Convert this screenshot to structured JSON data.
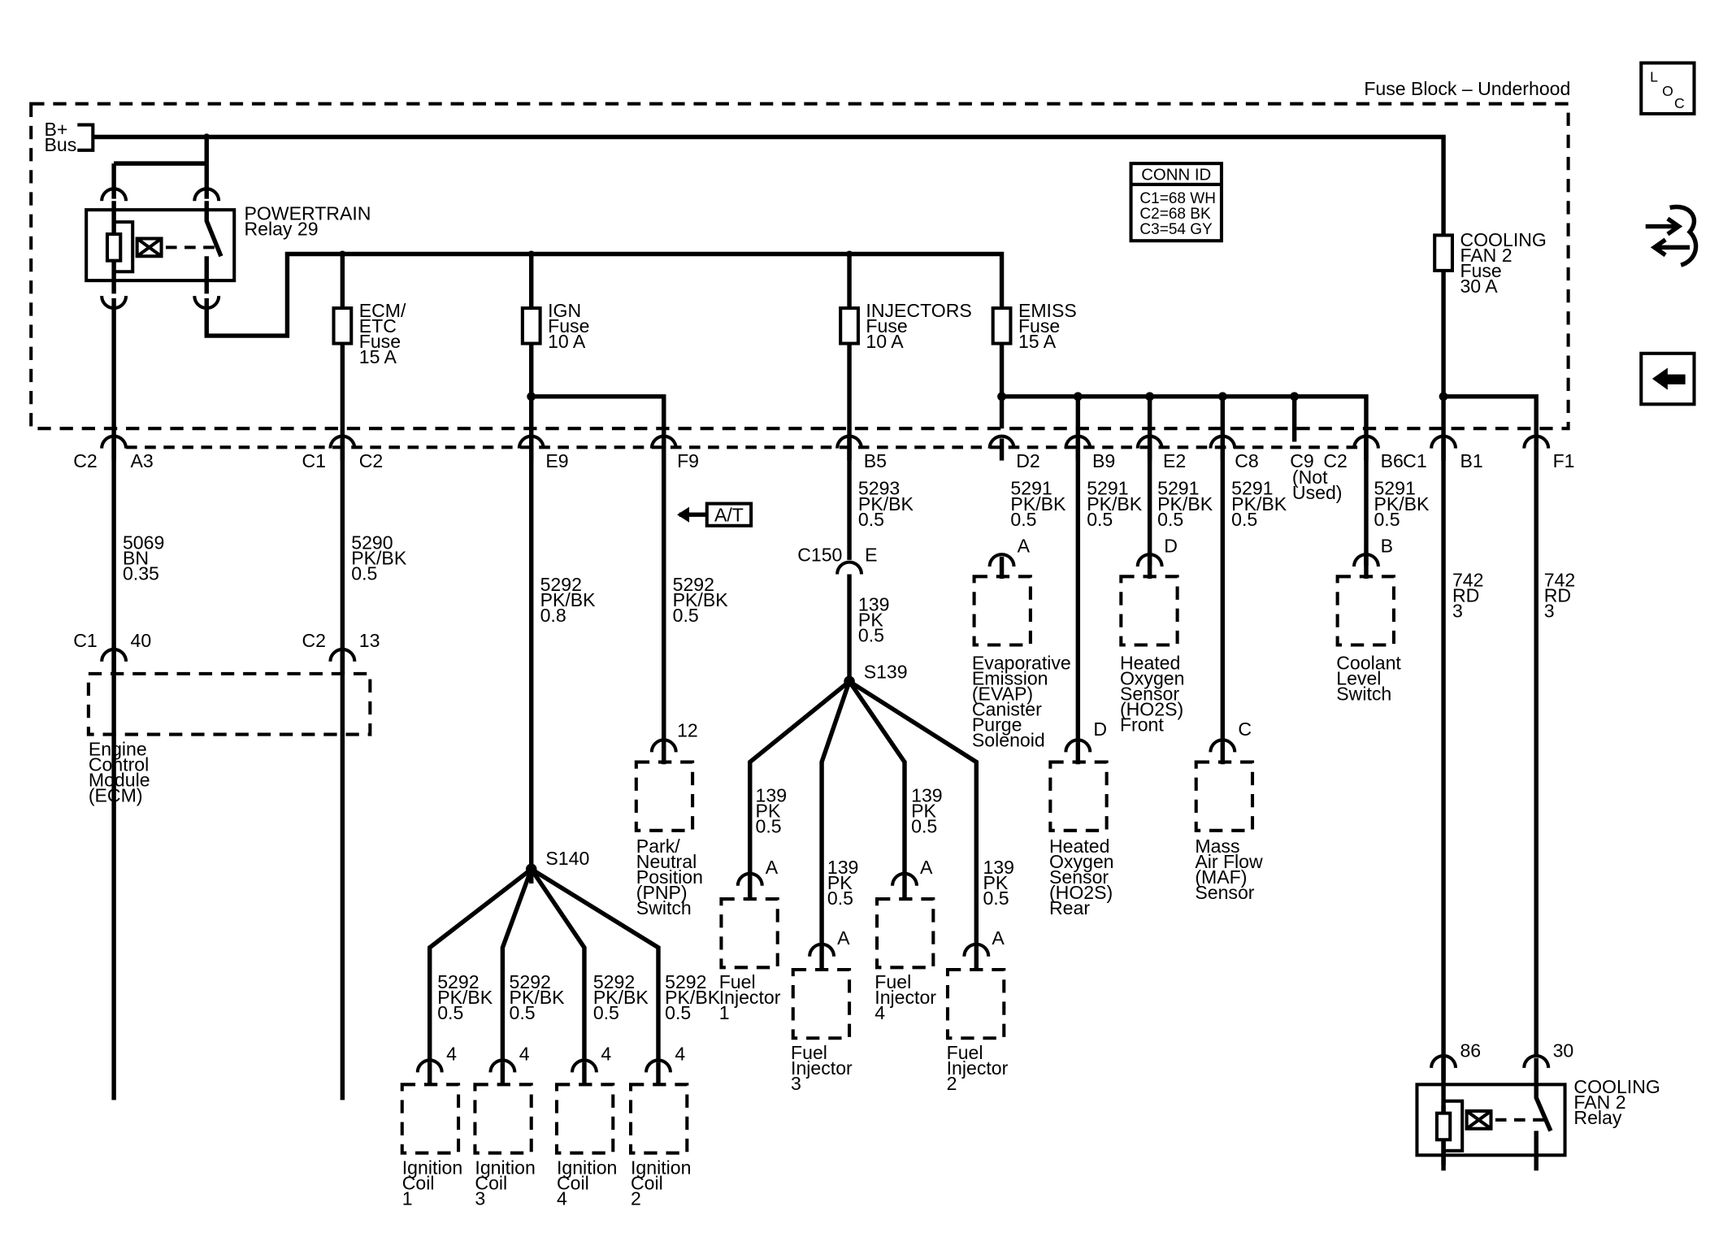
{
  "fuse_block": {
    "title": "Fuse Block – Underhood",
    "bplus": [
      "B+",
      "Bus"
    ]
  },
  "nav": {
    "loc_icon": "loc-icon",
    "loc_letters": [
      "L",
      "O",
      "C"
    ],
    "swap_icon": "harness-swap-icon",
    "back_icon": "back-arrow-icon"
  },
  "conn_id": {
    "header": "CONN ID",
    "lines": [
      "C1=68 WH",
      "C2=68 BK",
      "C3=54 GY"
    ]
  },
  "powertrain_relay": [
    "POWERTRAIN",
    "Relay 29"
  ],
  "fuses": {
    "ecm_etc": [
      "ECM/",
      "ETC",
      "Fuse",
      "15 A"
    ],
    "ign": [
      "IGN",
      "Fuse",
      "10 A"
    ],
    "injectors": [
      "INJECTORS",
      "Fuse",
      "10 A"
    ],
    "emiss": [
      "EMISS",
      "Fuse",
      "15 A"
    ],
    "cooling_fan2": [
      "COOLING",
      "FAN 2",
      "Fuse",
      "30 A"
    ]
  },
  "block_pins": [
    {
      "conn": "C2",
      "pin": "A3"
    },
    {
      "conn": "C1",
      "pin": "C2"
    },
    {
      "conn": "",
      "pin": "E9"
    },
    {
      "conn": "",
      "pin": "F9"
    },
    {
      "conn": "",
      "pin": "B5"
    },
    {
      "conn": "",
      "pin": "D2"
    },
    {
      "conn": "",
      "pin": "B9"
    },
    {
      "conn": "",
      "pin": "E2"
    },
    {
      "conn": "",
      "pin": "C8"
    },
    {
      "conn": "",
      "pin": "C9"
    },
    {
      "conn": "C2",
      "pin": "B6"
    },
    {
      "conn": "C1",
      "pin": "B1"
    },
    {
      "conn": "",
      "pin": "F1"
    }
  ],
  "c9_note": [
    "(Not",
    "Used)"
  ],
  "wires": {
    "w5069": [
      "5069",
      "BN",
      "0.35"
    ],
    "w5290": [
      "5290",
      "PK/BK",
      "0.5"
    ],
    "w5292_main": [
      "5292",
      "PK/BK",
      "0.8"
    ],
    "w5292_pnp": [
      "5292",
      "PK/BK",
      "0.5"
    ],
    "w5293": [
      "5293",
      "PK/BK",
      "0.5"
    ],
    "w139_c150": [
      "139",
      "PK",
      "0.5"
    ],
    "w5291_evap": [
      "5291",
      "PK/BK",
      "0.5"
    ],
    "w5291_rear": [
      "5291",
      "PK/BK",
      "0.5"
    ],
    "w5291_front": [
      "5291",
      "PK/BK",
      "0.5"
    ],
    "w5291_maf": [
      "5291",
      "PK/BK",
      "0.5"
    ],
    "w5291_coolant": [
      "5291",
      "PK/BK",
      "0.5"
    ],
    "w742_b1": [
      "742",
      "RD",
      "3"
    ],
    "w742_f1": [
      "742",
      "RD",
      "3"
    ],
    "coil_wires": [
      [
        "5292",
        "PK/BK",
        "0.5"
      ],
      [
        "5292",
        "PK/BK",
        "0.5"
      ],
      [
        "5292",
        "PK/BK",
        "0.5"
      ],
      [
        "5292",
        "PK/BK",
        "0.5"
      ]
    ],
    "injector_wires": [
      [
        "139",
        "PK",
        "0.5"
      ],
      [
        "139",
        "PK",
        "0.5"
      ],
      [
        "139",
        "PK",
        "0.5"
      ],
      [
        "139",
        "PK",
        "0.5"
      ]
    ]
  },
  "ecm": {
    "pins": [
      {
        "conn": "C1",
        "pin": "40"
      },
      {
        "conn": "C2",
        "pin": "13"
      }
    ],
    "label": [
      "Engine",
      "Control",
      "Module",
      "(ECM)"
    ]
  },
  "at_label": "A/T",
  "c150": {
    "conn": "C150",
    "pin": "E"
  },
  "splices": {
    "s140": "S140",
    "s139": "S139"
  },
  "pnp": {
    "pin": "12",
    "label": [
      "Park/",
      "Neutral",
      "Position",
      "(PNP)",
      "Switch"
    ]
  },
  "evap": {
    "pin": "A",
    "label": [
      "Evaporative",
      "Emission",
      "(EVAP)",
      "Canister",
      "Purge",
      "Solenoid"
    ]
  },
  "ho2s_front": {
    "pin": "D",
    "label": [
      "Heated",
      "Oxygen",
      "Sensor",
      "(HO2S)",
      "Front"
    ]
  },
  "coolant_switch": {
    "pin": "B",
    "label": [
      "Coolant",
      "Level",
      "Switch"
    ]
  },
  "ho2s_rear": {
    "pin": "D",
    "label": [
      "Heated",
      "Oxygen",
      "Sensor",
      "(HO2S)",
      "Rear"
    ]
  },
  "maf": {
    "pin": "C",
    "label": [
      "Mass",
      "Air Flow",
      "(MAF)",
      "Sensor"
    ]
  },
  "ignition_coils": [
    {
      "pin": "4",
      "label": [
        "Ignition",
        "Coil",
        "1"
      ]
    },
    {
      "pin": "4",
      "label": [
        "Ignition",
        "Coil",
        "3"
      ]
    },
    {
      "pin": "4",
      "label": [
        "Ignition",
        "Coil",
        "4"
      ]
    },
    {
      "pin": "4",
      "label": [
        "Ignition",
        "Coil",
        "2"
      ]
    }
  ],
  "fuel_injectors": [
    {
      "pin": "A",
      "label": [
        "Fuel",
        "Injector",
        "1"
      ]
    },
    {
      "pin": "A",
      "label": [
        "Fuel",
        "Injector",
        "3"
      ]
    },
    {
      "pin": "A",
      "label": [
        "Fuel",
        "Injector",
        "4"
      ]
    },
    {
      "pin": "A",
      "label": [
        "Fuel",
        "Injector",
        "2"
      ]
    }
  ],
  "cooling_relay": {
    "pins": [
      "86",
      "30"
    ],
    "label": [
      "COOLING",
      "FAN 2",
      "Relay"
    ]
  }
}
